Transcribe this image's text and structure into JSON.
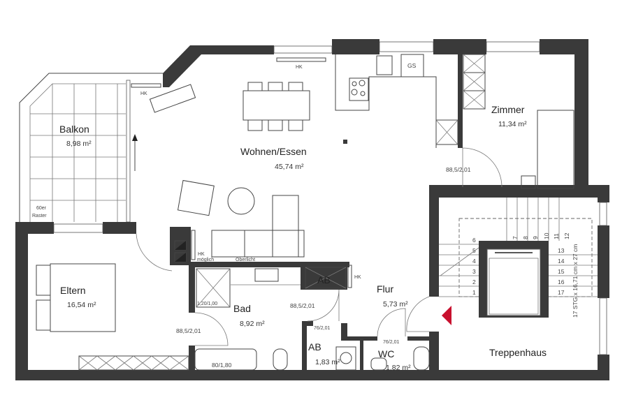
{
  "rooms": {
    "balkon": {
      "name": "Balkon",
      "area": "8,98 m²",
      "grid_note_1": "60er",
      "grid_note_2": "Raster"
    },
    "wohnen": {
      "name": "Wohnen/Essen",
      "area": "45,74 m²"
    },
    "zimmer": {
      "name": "Zimmer",
      "area": "11,34 m²"
    },
    "eltern": {
      "name": "Eltern",
      "area": "16,54 m²"
    },
    "bad": {
      "name": "Bad",
      "area": "8,92 m²"
    },
    "flur": {
      "name": "Flur",
      "area": "5,73 m²"
    },
    "ab_small": {
      "name": "AB",
      "area": "1,83 m²"
    },
    "ab_cabinet": {
      "name": "AB"
    },
    "wc": {
      "name": "WC",
      "area": "1,82 m²"
    },
    "treppenhaus": {
      "name": "Treppenhaus"
    }
  },
  "labels": {
    "hk": "HK",
    "gs": "GS",
    "moeglich": "möglich",
    "oberlicht": "Oberlicht",
    "shower": "1,20/1,00",
    "bathtub": "80/1,80",
    "door_zimmer": "88,5/2,01",
    "door_eltern": "88,5/2,01",
    "door_bad": "88,5/2,01",
    "door_ab": "76/2,01",
    "door_wc": "76/2,01"
  },
  "stairs": {
    "steps": [
      "1",
      "2",
      "3",
      "4",
      "5",
      "6",
      "7",
      "8",
      "9",
      "10",
      "11",
      "12",
      "13",
      "14",
      "15",
      "16",
      "17"
    ],
    "spec": "17 STG x 16,71 cm x 27 cm"
  },
  "colors": {
    "wall": "#3a3a3a",
    "entrance_marker": "#c8102e"
  }
}
